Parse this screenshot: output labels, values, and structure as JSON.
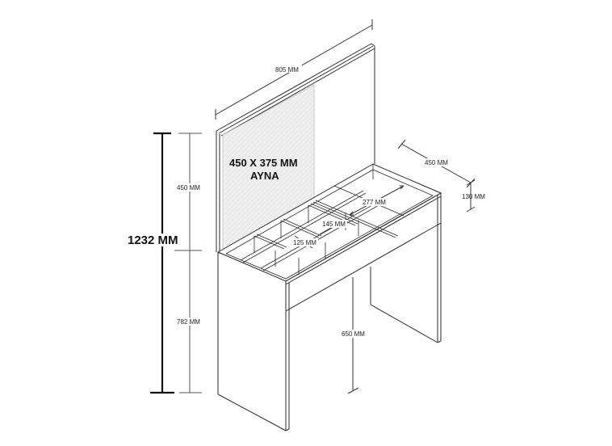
{
  "drawing": {
    "subject": "Dressing table with mirror panel and compartment top",
    "mirror": {
      "size_label": "450 X 375 MM",
      "name_label": "AYNA"
    },
    "dimensions": {
      "total_height": "1232 MM",
      "panel_height": "450 MM",
      "desk_height": "782 MM",
      "width": "805 MM",
      "depth": "450 MM",
      "drawer_height": "130 MM",
      "leg_clearance": "650 MM",
      "compartment_large": "277 MM",
      "compartment_medium": "145 MM",
      "compartment_small": "125 MM"
    },
    "colors": {
      "line": "#2a2a2a",
      "mirror_fill": "#eeeeee",
      "background": "#ffffff"
    }
  }
}
